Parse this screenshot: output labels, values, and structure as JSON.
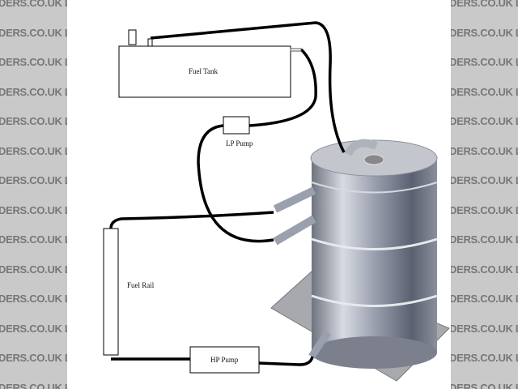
{
  "watermark": {
    "text_left": "DERS.CO.UK LOCOS",
    "text_right": "DERS.CO.UK LOCOST"
  },
  "labels": {
    "fuel_tank": "Fuel Tank",
    "lp_pump": "LP Pump",
    "fuel_rail": "Fuel Rail",
    "hp_pump": "HP Pump"
  }
}
